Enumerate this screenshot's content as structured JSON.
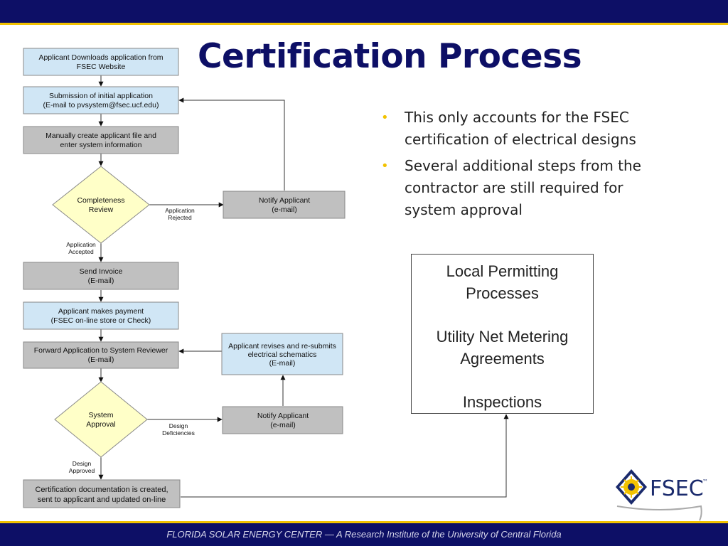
{
  "title": "Certification Process",
  "bullets": [
    "This only accounts for the FSEC certification of electrical designs",
    "Several additional steps from the contractor are still required for system approval"
  ],
  "side_box": {
    "line1": "Local Permitting\nProcesses",
    "line2": "Utility Net Metering\nAgreements",
    "line3": "Inspections"
  },
  "flow": {
    "download": [
      "Applicant Downloads application from",
      "FSEC Website"
    ],
    "submission": [
      "Submission of initial application",
      "(E-mail to pvsystem@fsec.ucf.edu)"
    ],
    "create_file": [
      "Manually create applicant file and",
      "enter system information"
    ],
    "completeness": [
      "Completeness",
      "Review"
    ],
    "notify1": [
      "Notify Applicant",
      "(e-mail)"
    ],
    "rejected": [
      "Application",
      "Rejected"
    ],
    "accepted": [
      "Application",
      "Accepted"
    ],
    "invoice": [
      "Send Invoice",
      "(E-mail)"
    ],
    "payment": [
      "Applicant makes payment",
      "(FSEC on-line store or Check)"
    ],
    "forward": [
      "Forward Application to System Reviewer",
      "(E-mail)"
    ],
    "revises": [
      "Applicant revises and re-submits",
      "electrical schematics",
      "(E-mail)"
    ],
    "system_approval": [
      "System",
      "Approval"
    ],
    "notify2": [
      "Notify Applicant",
      "(e-mail)"
    ],
    "deficiencies": [
      "Design",
      "Deficiencies"
    ],
    "approved": [
      "Design",
      "Approved"
    ],
    "cert_doc": [
      "Certification documentation is created,",
      "sent to applicant and updated on-line"
    ]
  },
  "logo_text": "FSEC",
  "logo_tm": "™",
  "footer": "FLORIDA SOLAR ENERGY CENTER — A Research Institute of the University of Central Florida",
  "colors": {
    "navy": "#0d0f66",
    "gold": "#f2c200",
    "box_blue": "#d0e6f5",
    "box_gray": "#c0c0c0",
    "diamond_yellow": "#ffffc8"
  }
}
